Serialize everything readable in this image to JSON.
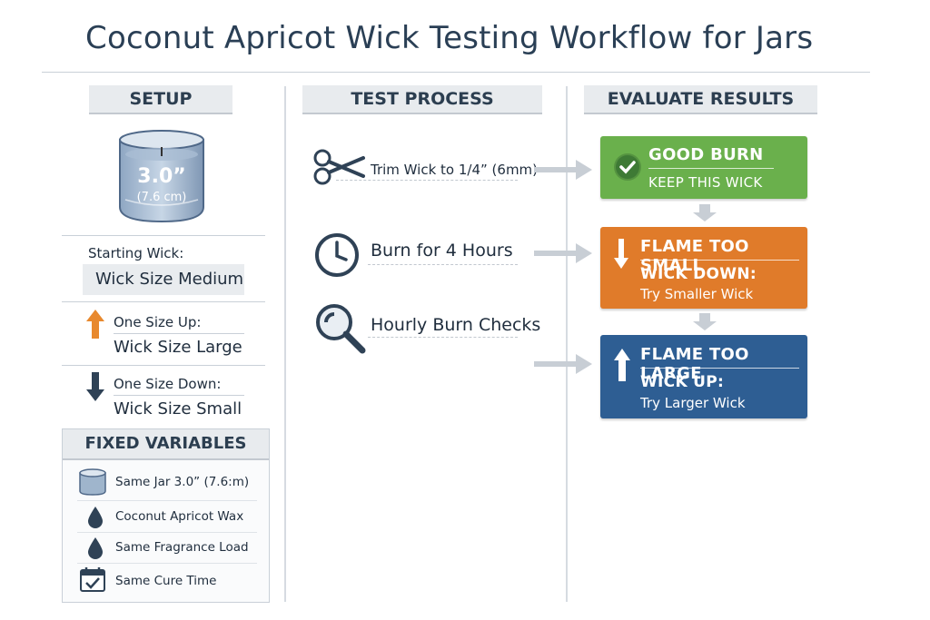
{
  "title": "Coconut Apricot Wick Testing Workflow for Jars",
  "columns": {
    "setup": "SETUP",
    "test": "TEST PROCESS",
    "evaluate": "EVALUATE RESULTS"
  },
  "jar": {
    "size": "3.0”",
    "metric": "(7.6 cm)"
  },
  "setup": {
    "starting_label": "Starting Wick:",
    "starting_value": "Wick Size Medium",
    "up_label": "One Size Up:",
    "up_value": "Wick Size Large",
    "down_label": "One Size Down:",
    "down_value": "Wick Size Small"
  },
  "fixed": {
    "heading": "FIXED VARIABLES",
    "items": [
      {
        "label": "Same Jar 3.0” (7.6:m)",
        "icon": "jar-icon"
      },
      {
        "label": "Coconut Apricot Wax",
        "icon": "wax-drop-icon"
      },
      {
        "label": "Same Fragrance Load",
        "icon": "fragrance-drop-icon"
      },
      {
        "label": "Same Cure Time",
        "icon": "calendar-check-icon"
      }
    ]
  },
  "steps": [
    {
      "label": "Trim Wick to 1/4” (6mm)",
      "icon": "scissors-icon"
    },
    {
      "label": "Burn for 4 Hours",
      "icon": "clock-icon"
    },
    {
      "label": "Hourly Burn Checks",
      "icon": "magnifier-icon"
    }
  ],
  "results": {
    "good": {
      "title": "GOOD BURN",
      "action": "KEEP THIS WICK",
      "color": "#6ab04c"
    },
    "small": {
      "title": "FLAME TOO SMALL",
      "action": "WICK DOWN:",
      "detail": "Try Smaller Wick",
      "color": "#e07b2a"
    },
    "large": {
      "title": "FLAME TOO LARGE",
      "action": "WICK UP:",
      "detail": "Try Larger Wick",
      "color": "#2e5e93"
    }
  }
}
